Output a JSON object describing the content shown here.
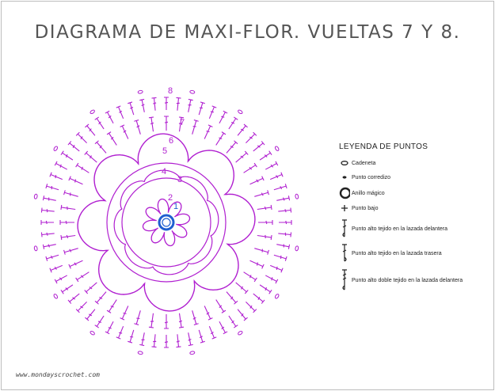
{
  "title": "DIAGRAMA DE MAXI-FLOR. VUELTAS 7 Y 8.",
  "colors": {
    "purple": "#b01fd0",
    "blue": "#1f5fd0",
    "ink": "#222222"
  },
  "round_numbers": [
    "1",
    "2",
    "3",
    "4",
    "5",
    "6",
    "7",
    "8"
  ],
  "legend": {
    "title": "LEYENDA DE PUNTOS",
    "items": [
      {
        "icon": "chain-icon",
        "label": "Cadeneta"
      },
      {
        "icon": "slip-stitch-icon",
        "label": "Punto corredizo"
      },
      {
        "icon": "magic-ring-icon",
        "label": "Anillo mágico"
      },
      {
        "icon": "single-crochet-icon",
        "label": "Punto bajo"
      },
      {
        "icon": "treble-front-icon",
        "label": "Punto alto tejido en la lazada delantera"
      },
      {
        "icon": "treble-back-icon",
        "label": "Punto alto tejido en la lazada trasera"
      },
      {
        "icon": "double-treble-front-icon",
        "label": "Punto alto doble tejido en la lazada delantera"
      }
    ]
  },
  "footer": "www.mondayscrochet.com"
}
